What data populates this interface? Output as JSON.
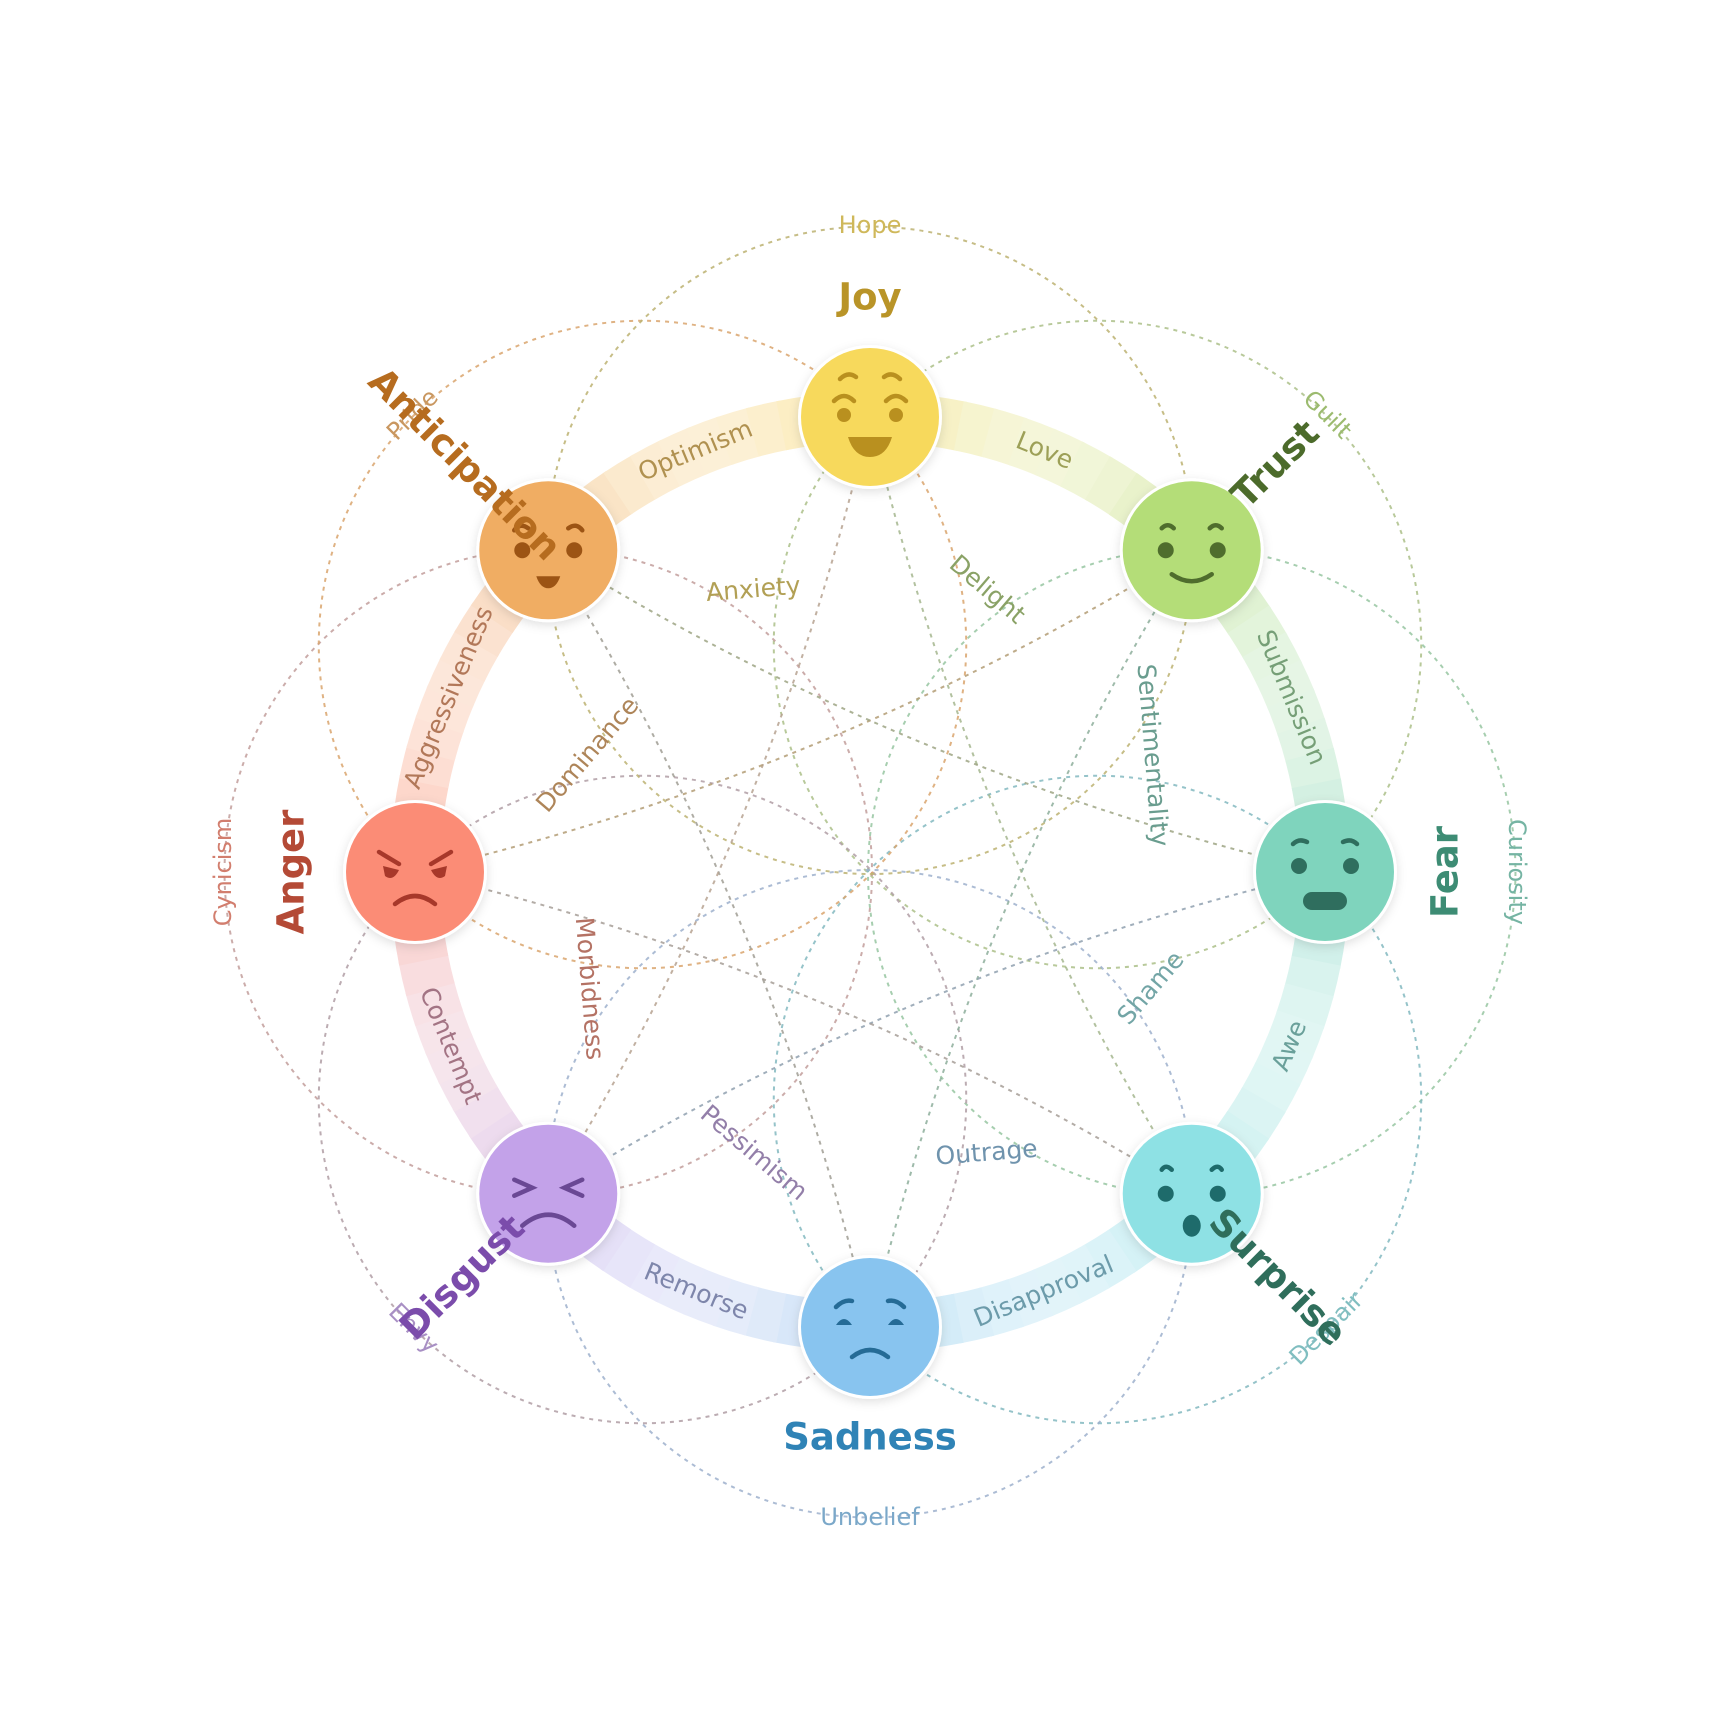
{
  "wheel": {
    "emotions": [
      {
        "key": "joy",
        "label": "Joy",
        "color": "#f7d95c",
        "label_color": "#b99428",
        "feature_color": "#b9901f",
        "expression": "joy"
      },
      {
        "key": "trust",
        "label": "Trust",
        "color": "#b4dd78",
        "label_color": "#4c6b2b",
        "feature_color": "#4f6d2d",
        "expression": "trust"
      },
      {
        "key": "fear",
        "label": "Fear",
        "color": "#7fd4bd",
        "label_color": "#3d8c74",
        "feature_color": "#2f6e5e",
        "expression": "fear"
      },
      {
        "key": "surprise",
        "label": "Surprise",
        "color": "#8ee1e4",
        "label_color": "#2f6e5b",
        "feature_color": "#1e6b6b",
        "expression": "surprise"
      },
      {
        "key": "sadness",
        "label": "Sadness",
        "color": "#88c4ef",
        "label_color": "#2f83b6",
        "feature_color": "#256b96",
        "expression": "sadness"
      },
      {
        "key": "disgust",
        "label": "Disgust",
        "color": "#c3a2e9",
        "label_color": "#7b4cab",
        "feature_color": "#6a4894",
        "expression": "disgust"
      },
      {
        "key": "anger",
        "label": "Anger",
        "color": "#fb8c76",
        "label_color": "#b44a36",
        "feature_color": "#a7382a",
        "expression": "anger"
      },
      {
        "key": "anticipation",
        "label": "Anticipation",
        "color": "#f0ad63",
        "label_color": "#b66c1f",
        "feature_color": "#9c5414",
        "expression": "anticipation"
      }
    ],
    "primary_dyads": [
      "Love",
      "Submission",
      "Awe",
      "Disapproval",
      "Remorse",
      "Contempt",
      "Aggressiveness",
      "Optimism"
    ],
    "secondary_dyads": [
      "Guilt",
      "Curiosity",
      "Despair",
      "Unbelief",
      "Envy",
      "Cynicism",
      "Pride",
      "Hope"
    ],
    "tertiary_dyads": [
      "Delight",
      "Sentimentality",
      "Shame",
      "Outrage",
      "Pessimism",
      "Morbidness",
      "Dominance",
      "Anxiety"
    ]
  }
}
